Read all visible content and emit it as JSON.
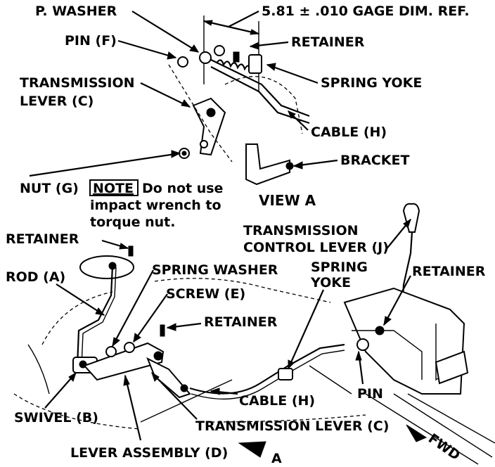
{
  "labels": {
    "p_washer": "P. WASHER",
    "gage_dim": "5.81 ± .010 GAGE DIM. REF.",
    "pin_f": "PIN (F)",
    "retainer_top": "RETAINER",
    "transmission_lever_c_top_1": "TRANSMISSION",
    "transmission_lever_c_top_2": "LEVER (C)",
    "spring_yoke_top": "SPRING YOKE",
    "cable_h_top": "CABLE (H)",
    "bracket": "BRACKET",
    "nut_g": "NUT (G)",
    "note_tag": "NOTE",
    "note_text_1": "Do not use",
    "note_text_2": "impact wrench to",
    "note_text_3": "torque nut.",
    "view_a": "VIEW A",
    "retainer_left": "RETAINER",
    "rod_a": "ROD (A)",
    "spring_washer": "SPRING WASHER",
    "screw_e": "SCREW (E)",
    "retainer_mid": "RETAINER",
    "spring_yoke_mid_1": "SPRING",
    "spring_yoke_mid_2": "YOKE",
    "transmission_control_lever_1": "TRANSMISSION",
    "transmission_control_lever_2": "CONTROL LEVER (J)",
    "retainer_right": "RETAINER",
    "swivel_b": "SWIVEL (B)",
    "cable_h_bottom": "CABLE (H)",
    "pin_bottom": "PIN",
    "transmission_lever_c_bottom": "TRANSMISSION LEVER (C)",
    "lever_assembly_d": "LEVER ASSEMBLY (D)",
    "arrow_a": "A",
    "fwd": "FWD"
  }
}
